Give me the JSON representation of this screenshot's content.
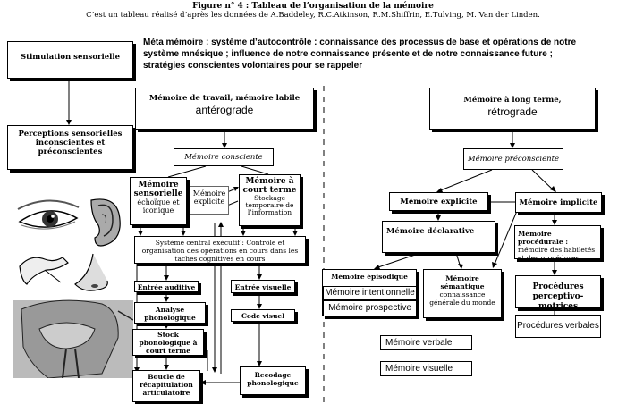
{
  "header": {
    "title": "Figure n° 4 : Tableau de l’organisation de la mémoire",
    "subtitle": "C’est un tableau réalisé d’après les données de A.Baddeley, R.C.Atkinson, R.M.Shiffrin, E.Tulving, M. Van der Linden."
  },
  "meta": {
    "text": "Méta mémoire : système d’autocontrôle : connaissance des processus de base et opérations de notre système mnésique ; influence de notre connaissance présente et de notre connaissance future ; stratégies conscientes volontaires pour se rappeler"
  },
  "left": {
    "stimulation": "Stimulation sensorielle",
    "perceptions": "Perceptions sensorielles inconscientes et préconscientes"
  },
  "middle": {
    "title_line1": "Mémoire de travail, mémoire labile",
    "title_line2": "antérograde",
    "conscious": "Mémoire consciente",
    "sensory_title": "Mémoire sensorielle",
    "sensory_sub": "échoïque et iconique",
    "explicit_label": "Mémoire explicite",
    "short_term_title": "Mémoire à court terme",
    "short_term_sub": "Stockage temporaire de l’information",
    "central_exec": "Système central exécutif : Contrôle et organisation des opérations en cours dans les taches cognitives en cours",
    "auditory_input": "Entrée auditive",
    "visual_input": "Entrée visuelle",
    "phono_analysis": "Analyse phonologique",
    "phono_stock": "Stock phonologique à court terme",
    "visual_code": "Code visuel",
    "loop": "Boucle de récapitulation articulatoire",
    "recoding": "Recodage phonologique"
  },
  "right": {
    "title_line1": "Mémoire à long terme,",
    "title_line2": "rétrograde",
    "preconscious": "Mémoire préconsciente",
    "explicit": "Mémoire explicite",
    "implicit": "Mémoire implicite",
    "declarative": "Mémoire déclarative",
    "procedural_title": "Mémoire procédurale :",
    "procedural_sub": "mémoire des habiletés et des procédures",
    "episodic": "Mémoire épisodique",
    "intentional": "Mémoire intentionnelle",
    "prospective": "Mémoire prospective",
    "semantic_title": "Mémoire sémantique",
    "semantic_sub": "connaissance générale du monde",
    "perceptive_motor": "Procédures perceptivo-motrices",
    "verbal_procedures": "Procédures verbales",
    "verbal_memory": "Mémoire verbale",
    "visual_memory": "Mémoire visuelle"
  }
}
